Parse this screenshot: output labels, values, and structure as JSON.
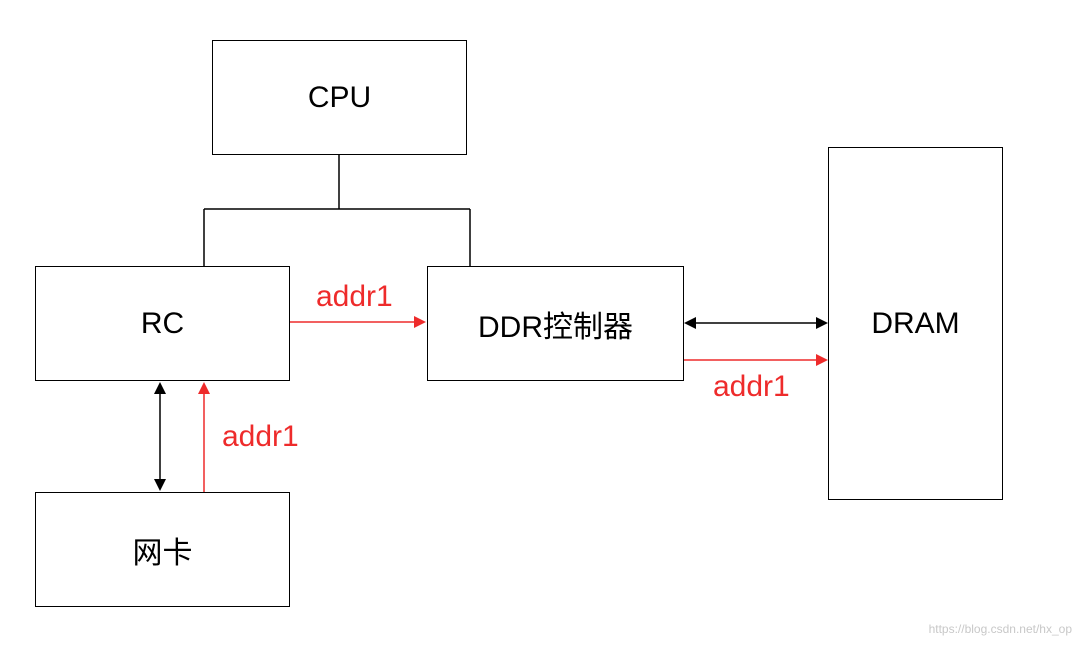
{
  "nodes": {
    "cpu": "CPU",
    "rc": "RC",
    "ddr_controller": "DDR控制器",
    "dram": "DRAM",
    "nic": "网卡"
  },
  "edge_labels": {
    "rc_to_ddr": "addr1",
    "ddr_to_dram": "addr1",
    "nic_to_rc": "addr1"
  },
  "colors": {
    "line": "#000000",
    "highlight": "#ee2b2b"
  },
  "watermark": "https://blog.csdn.net/hx_op"
}
